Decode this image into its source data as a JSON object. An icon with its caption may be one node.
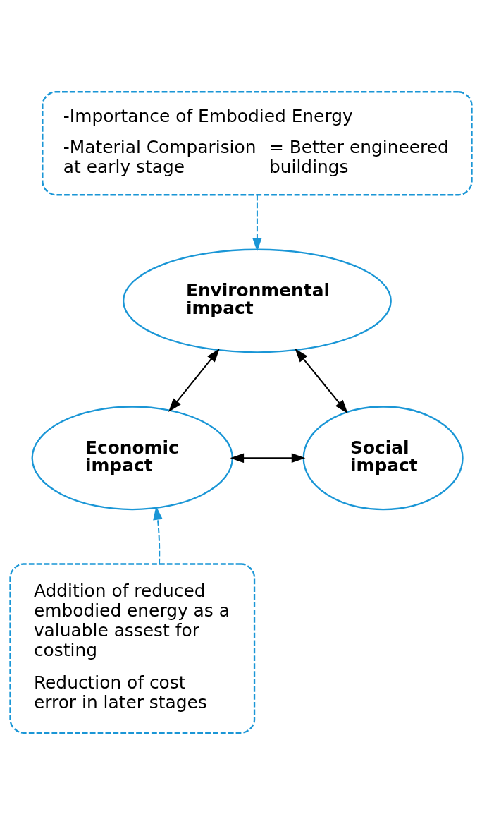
{
  "diagram": {
    "nodes": [
      {
        "text": [
          "-Importance of Embodied Energy",
          "-Material Comparision at early stage",
          "= Better engineered buildings"
        ]
      },
      {
        "text": [
          "Environmental impact"
        ]
      },
      {
        "text": [
          "Economic impact"
        ]
      },
      {
        "text": [
          "Social impact"
        ]
      },
      {
        "text": [
          "Addition of reduced embodied energy as a valuable assest for costing",
          "Reduction of cost error in later stages"
        ]
      }
    ],
    "edges": [
      {
        "from": 0,
        "to": 1,
        "arrow": "to",
        "style": "dashed",
        "color": "#1a96d6"
      },
      {
        "from": 1,
        "to": 2,
        "arrow": "both"
      },
      {
        "from": 1,
        "to": 3,
        "arrow": "both"
      },
      {
        "from": 2,
        "to": 3,
        "arrow": "both"
      },
      {
        "from": 4,
        "to": 2,
        "arrow": "to",
        "style": "dashed",
        "color": "#1a96d6"
      }
    ]
  }
}
